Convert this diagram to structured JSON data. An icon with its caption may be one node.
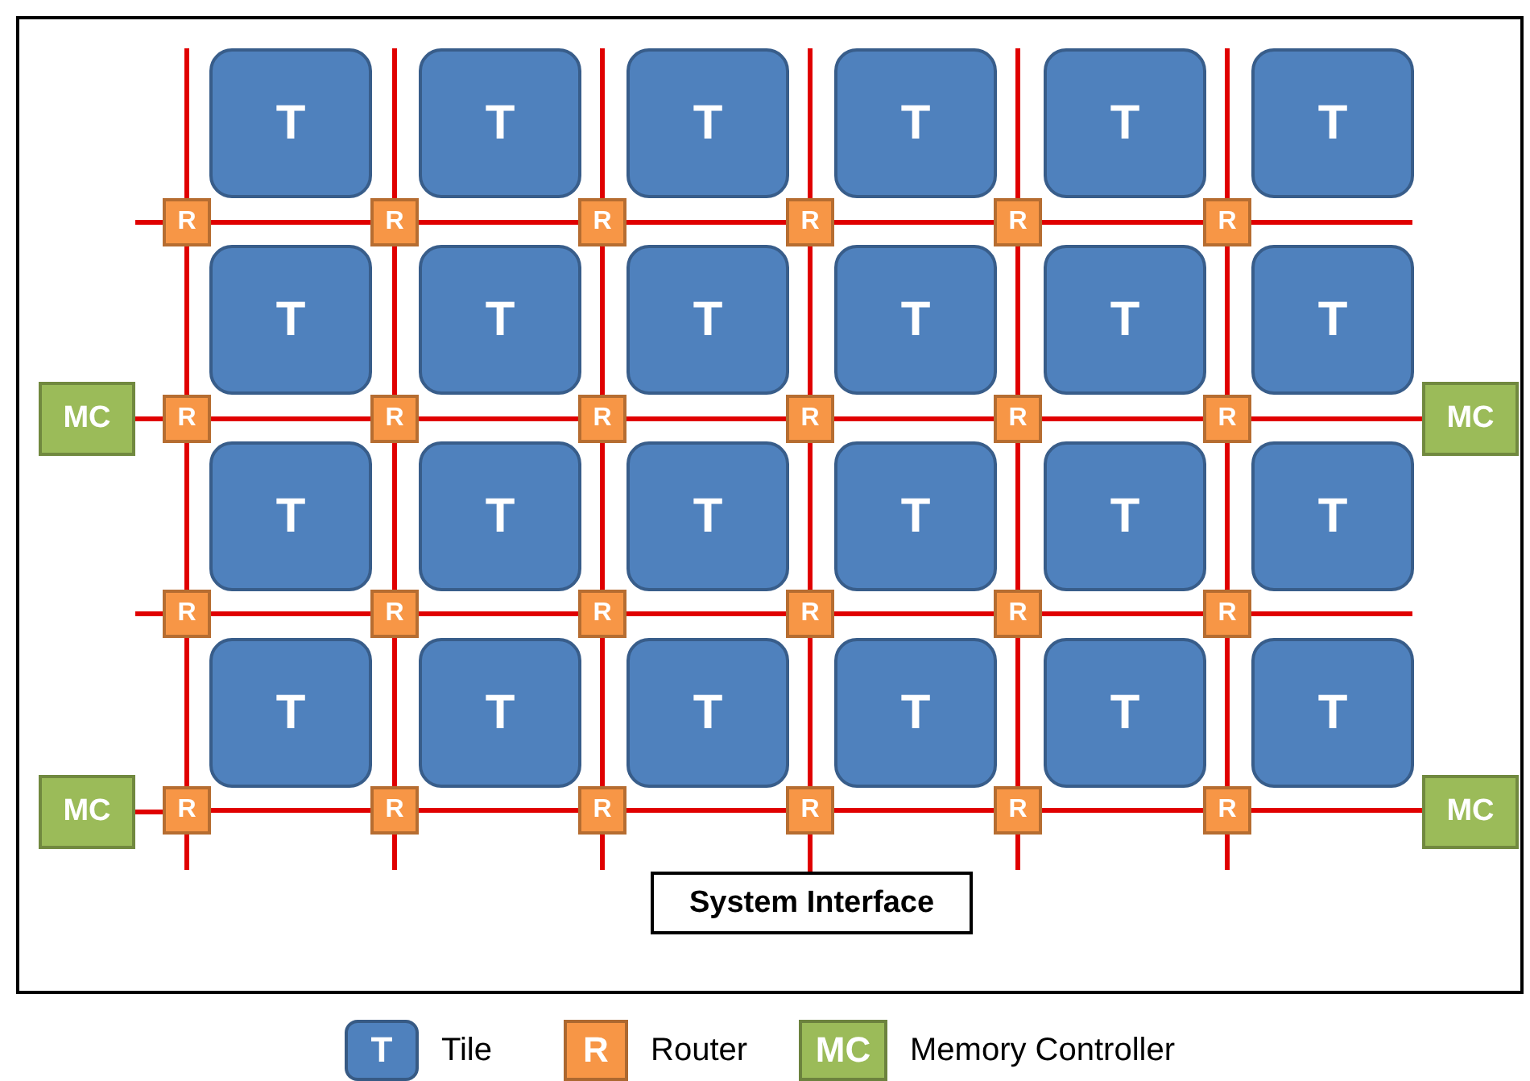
{
  "diagram": {
    "nodes": [
      {
        "text": [
          "T"
        ]
      },
      {
        "text": [
          "T"
        ]
      },
      {
        "text": [
          "T"
        ]
      },
      {
        "text": [
          "T"
        ]
      },
      {
        "text": [
          "T"
        ]
      },
      {
        "text": [
          "T"
        ]
      },
      {
        "text": [
          "R"
        ]
      },
      {
        "text": [
          "R"
        ]
      },
      {
        "text": [
          "R"
        ]
      },
      {
        "text": [
          "R"
        ]
      },
      {
        "text": [
          "R"
        ]
      },
      {
        "text": [
          "R"
        ]
      },
      {
        "text": [
          "T"
        ]
      },
      {
        "text": [
          "T"
        ]
      },
      {
        "text": [
          "T"
        ]
      },
      {
        "text": [
          "T"
        ]
      },
      {
        "text": [
          "T"
        ]
      },
      {
        "text": [
          "T"
        ]
      },
      {
        "text": [
          "MC"
        ]
      },
      {
        "text": [
          "R"
        ]
      },
      {
        "text": [
          "R"
        ]
      },
      {
        "text": [
          "R"
        ]
      },
      {
        "text": [
          "R"
        ]
      },
      {
        "text": [
          "R"
        ]
      },
      {
        "text": [
          "R"
        ]
      },
      {
        "text": [
          "MC"
        ]
      },
      {
        "text": [
          "T"
        ]
      },
      {
        "text": [
          "T"
        ]
      },
      {
        "text": [
          "T"
        ]
      },
      {
        "text": [
          "T"
        ]
      },
      {
        "text": [
          "T"
        ]
      },
      {
        "text": [
          "T"
        ]
      },
      {
        "text": [
          "R"
        ]
      },
      {
        "text": [
          "R"
        ]
      },
      {
        "text": [
          "R"
        ]
      },
      {
        "text": [
          "R"
        ]
      },
      {
        "text": [
          "R"
        ]
      },
      {
        "text": [
          "R"
        ]
      },
      {
        "text": [
          "T"
        ]
      },
      {
        "text": [
          "T"
        ]
      },
      {
        "text": [
          "T"
        ]
      },
      {
        "text": [
          "T"
        ]
      },
      {
        "text": [
          "T"
        ]
      },
      {
        "text": [
          "T"
        ]
      },
      {
        "text": [
          "MC"
        ]
      },
      {
        "text": [
          "R"
        ]
      },
      {
        "text": [
          "R"
        ]
      },
      {
        "text": [
          "R"
        ]
      },
      {
        "text": [
          "R"
        ]
      },
      {
        "text": [
          "R"
        ]
      },
      {
        "text": [
          "R"
        ]
      },
      {
        "text": [
          "MC"
        ]
      },
      {
        "text": [
          "System Interface"
        ]
      }
    ],
    "edges": [
      {
        "from": 6,
        "to": 7,
        "arrow": "none"
      },
      {
        "from": 7,
        "to": 8,
        "arrow": "none"
      },
      {
        "from": 8,
        "to": 9,
        "arrow": "none"
      },
      {
        "from": 9,
        "to": 10,
        "arrow": "none"
      },
      {
        "from": 10,
        "to": 11,
        "arrow": "none"
      },
      {
        "from": 19,
        "to": 20,
        "arrow": "none"
      },
      {
        "from": 20,
        "to": 21,
        "arrow": "none"
      },
      {
        "from": 21,
        "to": 22,
        "arrow": "none"
      },
      {
        "from": 22,
        "to": 23,
        "arrow": "none"
      },
      {
        "from": 23,
        "to": 24,
        "arrow": "none"
      },
      {
        "from": 32,
        "to": 33,
        "arrow": "none"
      },
      {
        "from": 33,
        "to": 34,
        "arrow": "none"
      },
      {
        "from": 34,
        "to": 35,
        "arrow": "none"
      },
      {
        "from": 35,
        "to": 36,
        "arrow": "none"
      },
      {
        "from": 36,
        "to": 37,
        "arrow": "none"
      },
      {
        "from": 45,
        "to": 46,
        "arrow": "none"
      },
      {
        "from": 46,
        "to": 47,
        "arrow": "none"
      },
      {
        "from": 47,
        "to": 48,
        "arrow": "none"
      },
      {
        "from": 48,
        "to": 49,
        "arrow": "none"
      },
      {
        "from": 49,
        "to": 50,
        "arrow": "none"
      },
      {
        "from": 6,
        "to": 19,
        "arrow": "none"
      },
      {
        "from": 19,
        "to": 32,
        "arrow": "none"
      },
      {
        "from": 32,
        "to": 45,
        "arrow": "none"
      },
      {
        "from": 7,
        "to": 20,
        "arrow": "none"
      },
      {
        "from": 20,
        "to": 33,
        "arrow": "none"
      },
      {
        "from": 33,
        "to": 46,
        "arrow": "none"
      },
      {
        "from": 8,
        "to": 21,
        "arrow": "none"
      },
      {
        "from": 21,
        "to": 34,
        "arrow": "none"
      },
      {
        "from": 34,
        "to": 47,
        "arrow": "none"
      },
      {
        "from": 9,
        "to": 22,
        "arrow": "none"
      },
      {
        "from": 22,
        "to": 35,
        "arrow": "none"
      },
      {
        "from": 35,
        "to": 48,
        "arrow": "none"
      },
      {
        "from": 10,
        "to": 23,
        "arrow": "none"
      },
      {
        "from": 23,
        "to": 36,
        "arrow": "none"
      },
      {
        "from": 36,
        "to": 49,
        "arrow": "none"
      },
      {
        "from": 11,
        "to": 24,
        "arrow": "none"
      },
      {
        "from": 24,
        "to": 37,
        "arrow": "none"
      },
      {
        "from": 37,
        "to": 50,
        "arrow": "none"
      },
      {
        "from": 18,
        "to": 19,
        "arrow": "none"
      },
      {
        "from": 24,
        "to": 25,
        "arrow": "none"
      },
      {
        "from": 44,
        "to": 45,
        "arrow": "none"
      },
      {
        "from": 50,
        "to": 51,
        "arrow": "none"
      },
      {
        "from": 48,
        "to": 52,
        "arrow": "none"
      },
      {
        "from": 6,
        "to": null,
        "arrow": "none"
      },
      {
        "from": 7,
        "to": null,
        "arrow": "none"
      },
      {
        "from": 8,
        "to": null,
        "arrow": "none"
      },
      {
        "from": 9,
        "to": null,
        "arrow": "none"
      },
      {
        "from": 10,
        "to": null,
        "arrow": "none"
      },
      {
        "from": 11,
        "to": null,
        "arrow": "none"
      },
      {
        "from": 45,
        "to": null,
        "arrow": "none"
      },
      {
        "from": 46,
        "to": null,
        "arrow": "none"
      },
      {
        "from": 47,
        "to": null,
        "arrow": "none"
      },
      {
        "from": 49,
        "to": null,
        "arrow": "none"
      },
      {
        "from": 50,
        "to": null,
        "arrow": "none"
      },
      {
        "from": 6,
        "to": null,
        "arrow": "none"
      },
      {
        "from": 32,
        "to": null,
        "arrow": "none"
      },
      {
        "from": 11,
        "to": null,
        "arrow": "none"
      },
      {
        "from": 37,
        "to": null,
        "arrow": "none"
      }
    ],
    "labels": [
      "T",
      "R",
      "MC"
    ],
    "legend": [
      {
        "text": "Tile",
        "color": "#4f81bd"
      },
      {
        "text": "Router",
        "color": "#f79646"
      },
      {
        "text": "Memory Controller",
        "color": "#9bbb59"
      }
    ]
  }
}
